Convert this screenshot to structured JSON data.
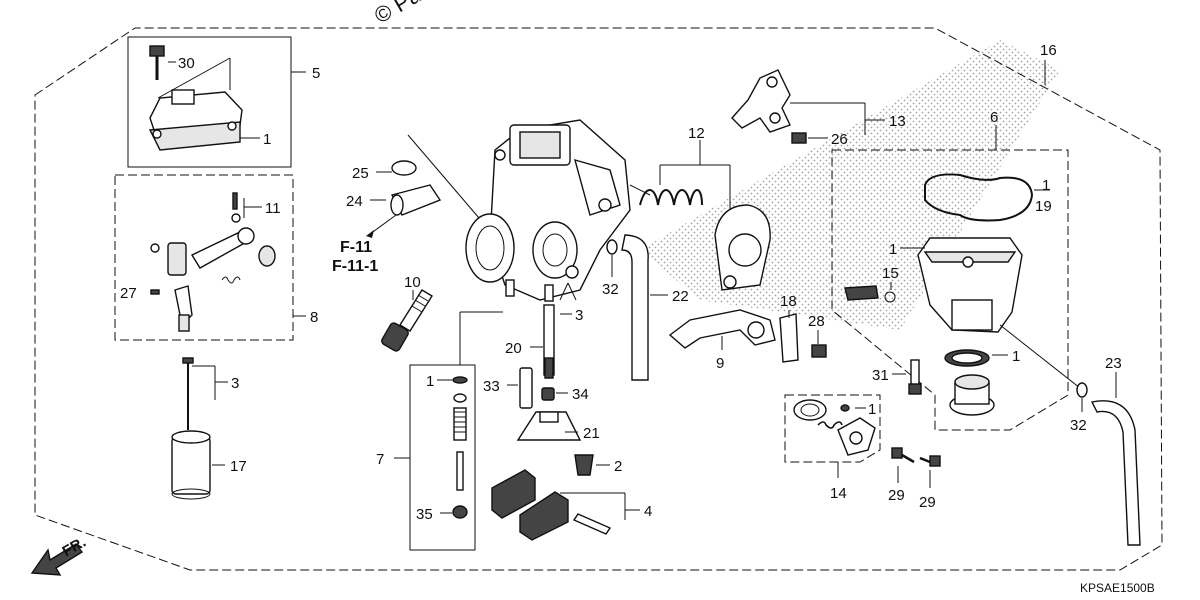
{
  "copyright": "© Pa",
  "diagram_code": "KPSAE1500B",
  "direction_label": "FR.",
  "refs": {
    "r1": "F-11",
    "r2": "F-11-1"
  },
  "callouts": {
    "c30": "30",
    "c5": "5",
    "c1a": "1",
    "c11": "11",
    "c8": "8",
    "c27": "27",
    "c3a": "3",
    "c17": "17",
    "c25": "25",
    "c24": "24",
    "c10": "10",
    "c3b": "3",
    "c20": "20",
    "c33": "33",
    "c34": "34",
    "c21": "21",
    "c2": "2",
    "c7": "7",
    "c1b": "1",
    "c35": "35",
    "c4": "4",
    "c32a": "32",
    "c22": "22",
    "c12": "12",
    "c9": "9",
    "c18": "18",
    "c28": "28",
    "c13": "13",
    "c26": "26",
    "c16": "16",
    "c6": "6",
    "c1c": "1",
    "c19": "19",
    "c1d": "1",
    "c15": "15",
    "c1e": "1",
    "c31": "31",
    "c1f": "1",
    "c14": "14",
    "c29a": "29",
    "c29b": "29",
    "c23": "23",
    "c32b": "32"
  }
}
